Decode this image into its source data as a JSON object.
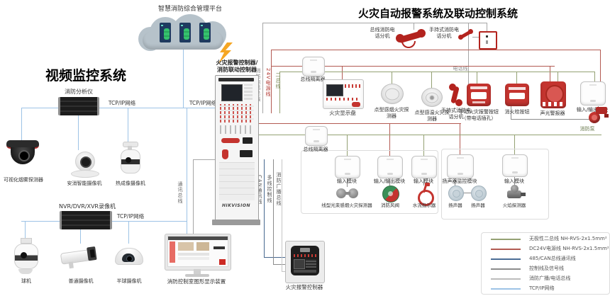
{
  "labels": {
    "tcpip": "TCP/IP网络"
  },
  "cloud": {
    "label": "智慧消防综合管理平台"
  },
  "video": {
    "title": "视频监控系统",
    "analyzer": "消防分析仪",
    "smoke_cam": "可视化烟雾探测器",
    "dome_cam": "安消智能摄像机",
    "thermal_cam": "热成像摄像机",
    "nvr": "NVR/DVR/XVR录像机",
    "ptz": "球机",
    "bullet": "普通摄像机",
    "mini_dome": "半球摄像机",
    "display": "消防控制室图形显示装置",
    "comm_bus": "通讯总线"
  },
  "cabinet": {
    "label_line1": "火灾报警控制器/",
    "label_line2": "消防联动控制器",
    "brand": "HIKVISION"
  },
  "fire": {
    "title": "火灾自动报警系统及联动控制系统",
    "phones": {
      "bus_phone": "总线消防电话分机",
      "handheld": "手持式消防电话分机"
    },
    "buses": {
      "phone_bus": "消防电话总线",
      "power": "24V电源线",
      "two_bus": "二总线",
      "can": "CAN通讯线",
      "multiline": "多线控制线",
      "broadcast": "消防广播总线",
      "phone_line": "电话线"
    },
    "row1": {
      "isolator": "总线隔离器",
      "display_panel": "火灾显示盘",
      "smoke": "点型感烟火灾探测器",
      "heat": "点型感温火灾探测器",
      "handset": "手持式消防电话分机",
      "manual": "手动火灾报警按钮（带电话插孔）",
      "hydrant": "消火栓按钮",
      "sounder": "声光警报器",
      "io": "输入/输出模块",
      "pump": "消防泵"
    },
    "row2": {
      "isolator": "总线隔离器",
      "input": "输入模块",
      "io": "输入/输出模块",
      "speaker_module": "扬声器监控模块",
      "beam": "线型光束感烟火灾探测器",
      "damper": "消防风阀",
      "waterflow": "水流指示器",
      "speaker": "扬声器",
      "flame": "火焰探测器"
    },
    "bottom_panel": "火灾报警控制器"
  },
  "legend": {
    "items": [
      {
        "label": "无极性二总线 NH-RVS-2x1.5mm²",
        "color": "#94a173"
      },
      {
        "label": "DC24V电源线 NH-RVS-2x1.5mm²",
        "color": "#b25b52"
      },
      {
        "label": "485/CAN总线通讯线",
        "color": "#4a6d96"
      },
      {
        "label": "控制线及信号线",
        "color": "#8c8c8c"
      },
      {
        "label": "消防广播/电话总线",
        "color": "#bcbcbc"
      },
      {
        "label": "TCP/IP网络",
        "color": "#9dc3e6"
      }
    ]
  }
}
